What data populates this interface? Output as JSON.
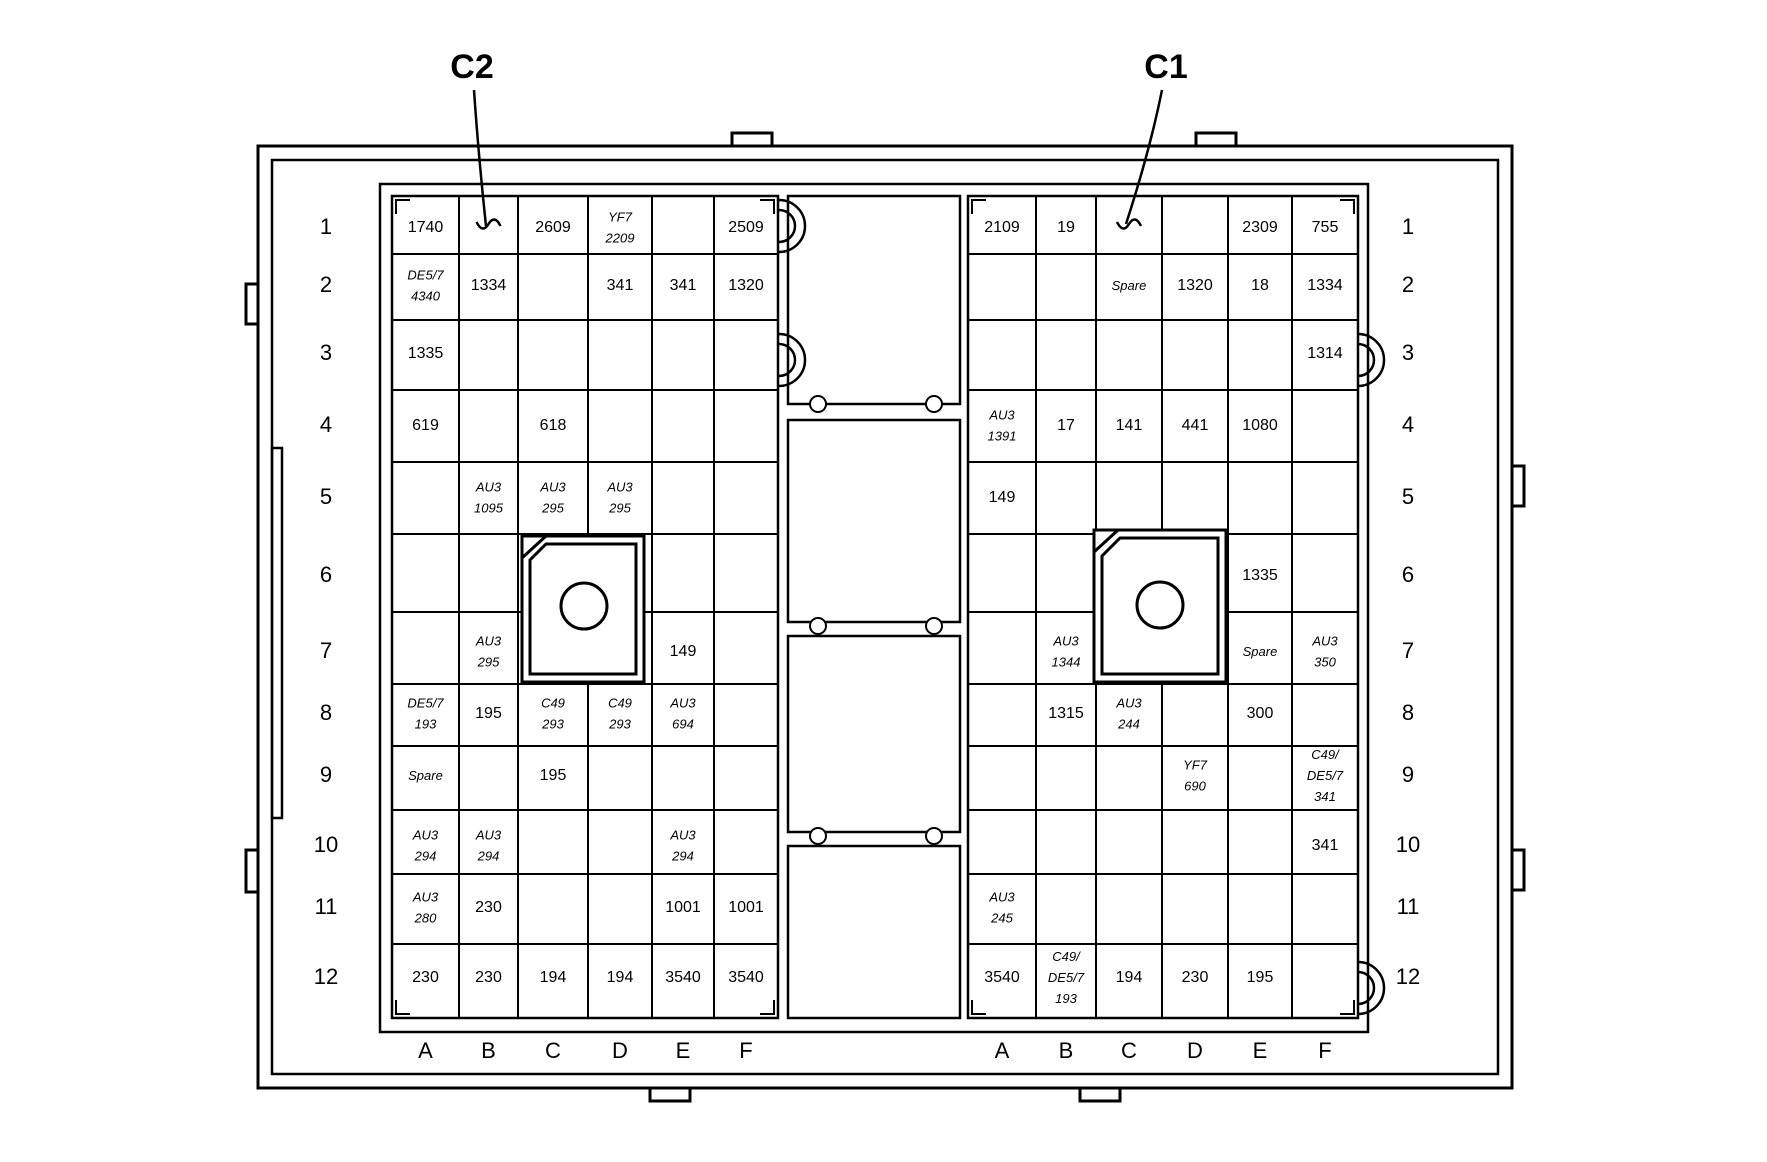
{
  "connector_labels": {
    "left": "C2",
    "right": "C1"
  },
  "row_labels": [
    "1",
    "2",
    "3",
    "4",
    "5",
    "6",
    "7",
    "8",
    "9",
    "10",
    "11",
    "12"
  ],
  "column_labels": [
    "A",
    "B",
    "C",
    "D",
    "E",
    "F"
  ],
  "c2_cells": [
    {
      "row": 1,
      "col": "A",
      "lines": [
        "1740"
      ]
    },
    {
      "row": 1,
      "col": "B",
      "lines": [
        "~"
      ]
    },
    {
      "row": 1,
      "col": "C",
      "lines": [
        "2609"
      ]
    },
    {
      "row": 1,
      "col": "D",
      "lines": [
        "YF7",
        "2209"
      ],
      "italic": true
    },
    {
      "row": 1,
      "col": "F",
      "lines": [
        "2509"
      ]
    },
    {
      "row": 2,
      "col": "A",
      "lines": [
        "DE5/7",
        "4340"
      ],
      "italic": true
    },
    {
      "row": 2,
      "col": "B",
      "lines": [
        "1334"
      ]
    },
    {
      "row": 2,
      "col": "D",
      "lines": [
        "341"
      ]
    },
    {
      "row": 2,
      "col": "E",
      "lines": [
        "341"
      ]
    },
    {
      "row": 2,
      "col": "F",
      "lines": [
        "1320"
      ]
    },
    {
      "row": 3,
      "col": "A",
      "lines": [
        "1335"
      ]
    },
    {
      "row": 4,
      "col": "A",
      "lines": [
        "619"
      ]
    },
    {
      "row": 4,
      "col": "C",
      "lines": [
        "618"
      ]
    },
    {
      "row": 5,
      "col": "B",
      "lines": [
        "AU3",
        "1095"
      ],
      "italic": true
    },
    {
      "row": 5,
      "col": "C",
      "lines": [
        "AU3",
        "295"
      ],
      "italic": true
    },
    {
      "row": 5,
      "col": "D",
      "lines": [
        "AU3",
        "295"
      ],
      "italic": true
    },
    {
      "row": 7,
      "col": "B",
      "lines": [
        "AU3",
        "295"
      ],
      "italic": true
    },
    {
      "row": 7,
      "col": "E",
      "lines": [
        "149"
      ]
    },
    {
      "row": 8,
      "col": "A",
      "lines": [
        "DE5/7",
        "193"
      ],
      "italic": true
    },
    {
      "row": 8,
      "col": "B",
      "lines": [
        "195"
      ]
    },
    {
      "row": 8,
      "col": "C",
      "lines": [
        "C49",
        "293"
      ],
      "italic": true
    },
    {
      "row": 8,
      "col": "D",
      "lines": [
        "C49",
        "293"
      ],
      "italic": true
    },
    {
      "row": 8,
      "col": "E",
      "lines": [
        "AU3",
        "694"
      ],
      "italic": true
    },
    {
      "row": 9,
      "col": "A",
      "lines": [
        "Spare"
      ],
      "italic": true
    },
    {
      "row": 9,
      "col": "C",
      "lines": [
        "195"
      ]
    },
    {
      "row": 10,
      "col": "A",
      "lines": [
        "AU3",
        "294"
      ],
      "italic": true
    },
    {
      "row": 10,
      "col": "B",
      "lines": [
        "AU3",
        "294"
      ],
      "italic": true
    },
    {
      "row": 10,
      "col": "E",
      "lines": [
        "AU3",
        "294"
      ],
      "italic": true
    },
    {
      "row": 11,
      "col": "A",
      "lines": [
        "AU3",
        "280"
      ],
      "italic": true
    },
    {
      "row": 11,
      "col": "B",
      "lines": [
        "230"
      ]
    },
    {
      "row": 11,
      "col": "E",
      "lines": [
        "1001"
      ]
    },
    {
      "row": 11,
      "col": "F",
      "lines": [
        "1001"
      ]
    },
    {
      "row": 12,
      "col": "A",
      "lines": [
        "230"
      ]
    },
    {
      "row": 12,
      "col": "B",
      "lines": [
        "230"
      ]
    },
    {
      "row": 12,
      "col": "C",
      "lines": [
        "194"
      ]
    },
    {
      "row": 12,
      "col": "D",
      "lines": [
        "194"
      ]
    },
    {
      "row": 12,
      "col": "E",
      "lines": [
        "3540"
      ]
    },
    {
      "row": 12,
      "col": "F",
      "lines": [
        "3540"
      ]
    }
  ],
  "c1_cells": [
    {
      "row": 1,
      "col": "A",
      "lines": [
        "2109"
      ]
    },
    {
      "row": 1,
      "col": "B",
      "lines": [
        "19"
      ]
    },
    {
      "row": 1,
      "col": "C",
      "lines": [
        "~"
      ]
    },
    {
      "row": 1,
      "col": "E",
      "lines": [
        "2309"
      ]
    },
    {
      "row": 1,
      "col": "F",
      "lines": [
        "755"
      ]
    },
    {
      "row": 2,
      "col": "C",
      "lines": [
        "Spare"
      ],
      "italic": true
    },
    {
      "row": 2,
      "col": "D",
      "lines": [
        "1320"
      ]
    },
    {
      "row": 2,
      "col": "E",
      "lines": [
        "18"
      ]
    },
    {
      "row": 2,
      "col": "F",
      "lines": [
        "1334"
      ]
    },
    {
      "row": 3,
      "col": "F",
      "lines": [
        "1314"
      ]
    },
    {
      "row": 4,
      "col": "A",
      "lines": [
        "AU3",
        "1391"
      ],
      "italic": true
    },
    {
      "row": 4,
      "col": "B",
      "lines": [
        "17"
      ]
    },
    {
      "row": 4,
      "col": "C",
      "lines": [
        "141"
      ]
    },
    {
      "row": 4,
      "col": "D",
      "lines": [
        "441"
      ]
    },
    {
      "row": 4,
      "col": "E",
      "lines": [
        "1080"
      ]
    },
    {
      "row": 5,
      "col": "A",
      "lines": [
        "149"
      ]
    },
    {
      "row": 6,
      "col": "E",
      "lines": [
        "1335"
      ]
    },
    {
      "row": 7,
      "col": "B",
      "lines": [
        "AU3",
        "1344"
      ],
      "italic": true
    },
    {
      "row": 7,
      "col": "E",
      "lines": [
        "Spare"
      ],
      "italic": true
    },
    {
      "row": 7,
      "col": "F",
      "lines": [
        "AU3",
        "350"
      ],
      "italic": true
    },
    {
      "row": 8,
      "col": "B",
      "lines": [
        "1315"
      ]
    },
    {
      "row": 8,
      "col": "C",
      "lines": [
        "AU3",
        "244"
      ],
      "italic": true
    },
    {
      "row": 8,
      "col": "E",
      "lines": [
        "300"
      ]
    },
    {
      "row": 9,
      "col": "D",
      "lines": [
        "YF7",
        "690"
      ],
      "italic": true
    },
    {
      "row": 9,
      "col": "F",
      "lines": [
        "C49/",
        "DE5/7",
        "341"
      ],
      "italic": true
    },
    {
      "row": 10,
      "col": "F",
      "lines": [
        "341"
      ]
    },
    {
      "row": 11,
      "col": "A",
      "lines": [
        "AU3",
        "245"
      ],
      "italic": true
    },
    {
      "row": 12,
      "col": "A",
      "lines": [
        "3540"
      ]
    },
    {
      "row": 12,
      "col": "B",
      "lines": [
        "C49/",
        "DE5/7",
        "193"
      ],
      "italic": true
    },
    {
      "row": 12,
      "col": "C",
      "lines": [
        "194"
      ]
    },
    {
      "row": 12,
      "col": "D",
      "lines": [
        "230"
      ]
    },
    {
      "row": 12,
      "col": "E",
      "lines": [
        "195"
      ]
    }
  ]
}
